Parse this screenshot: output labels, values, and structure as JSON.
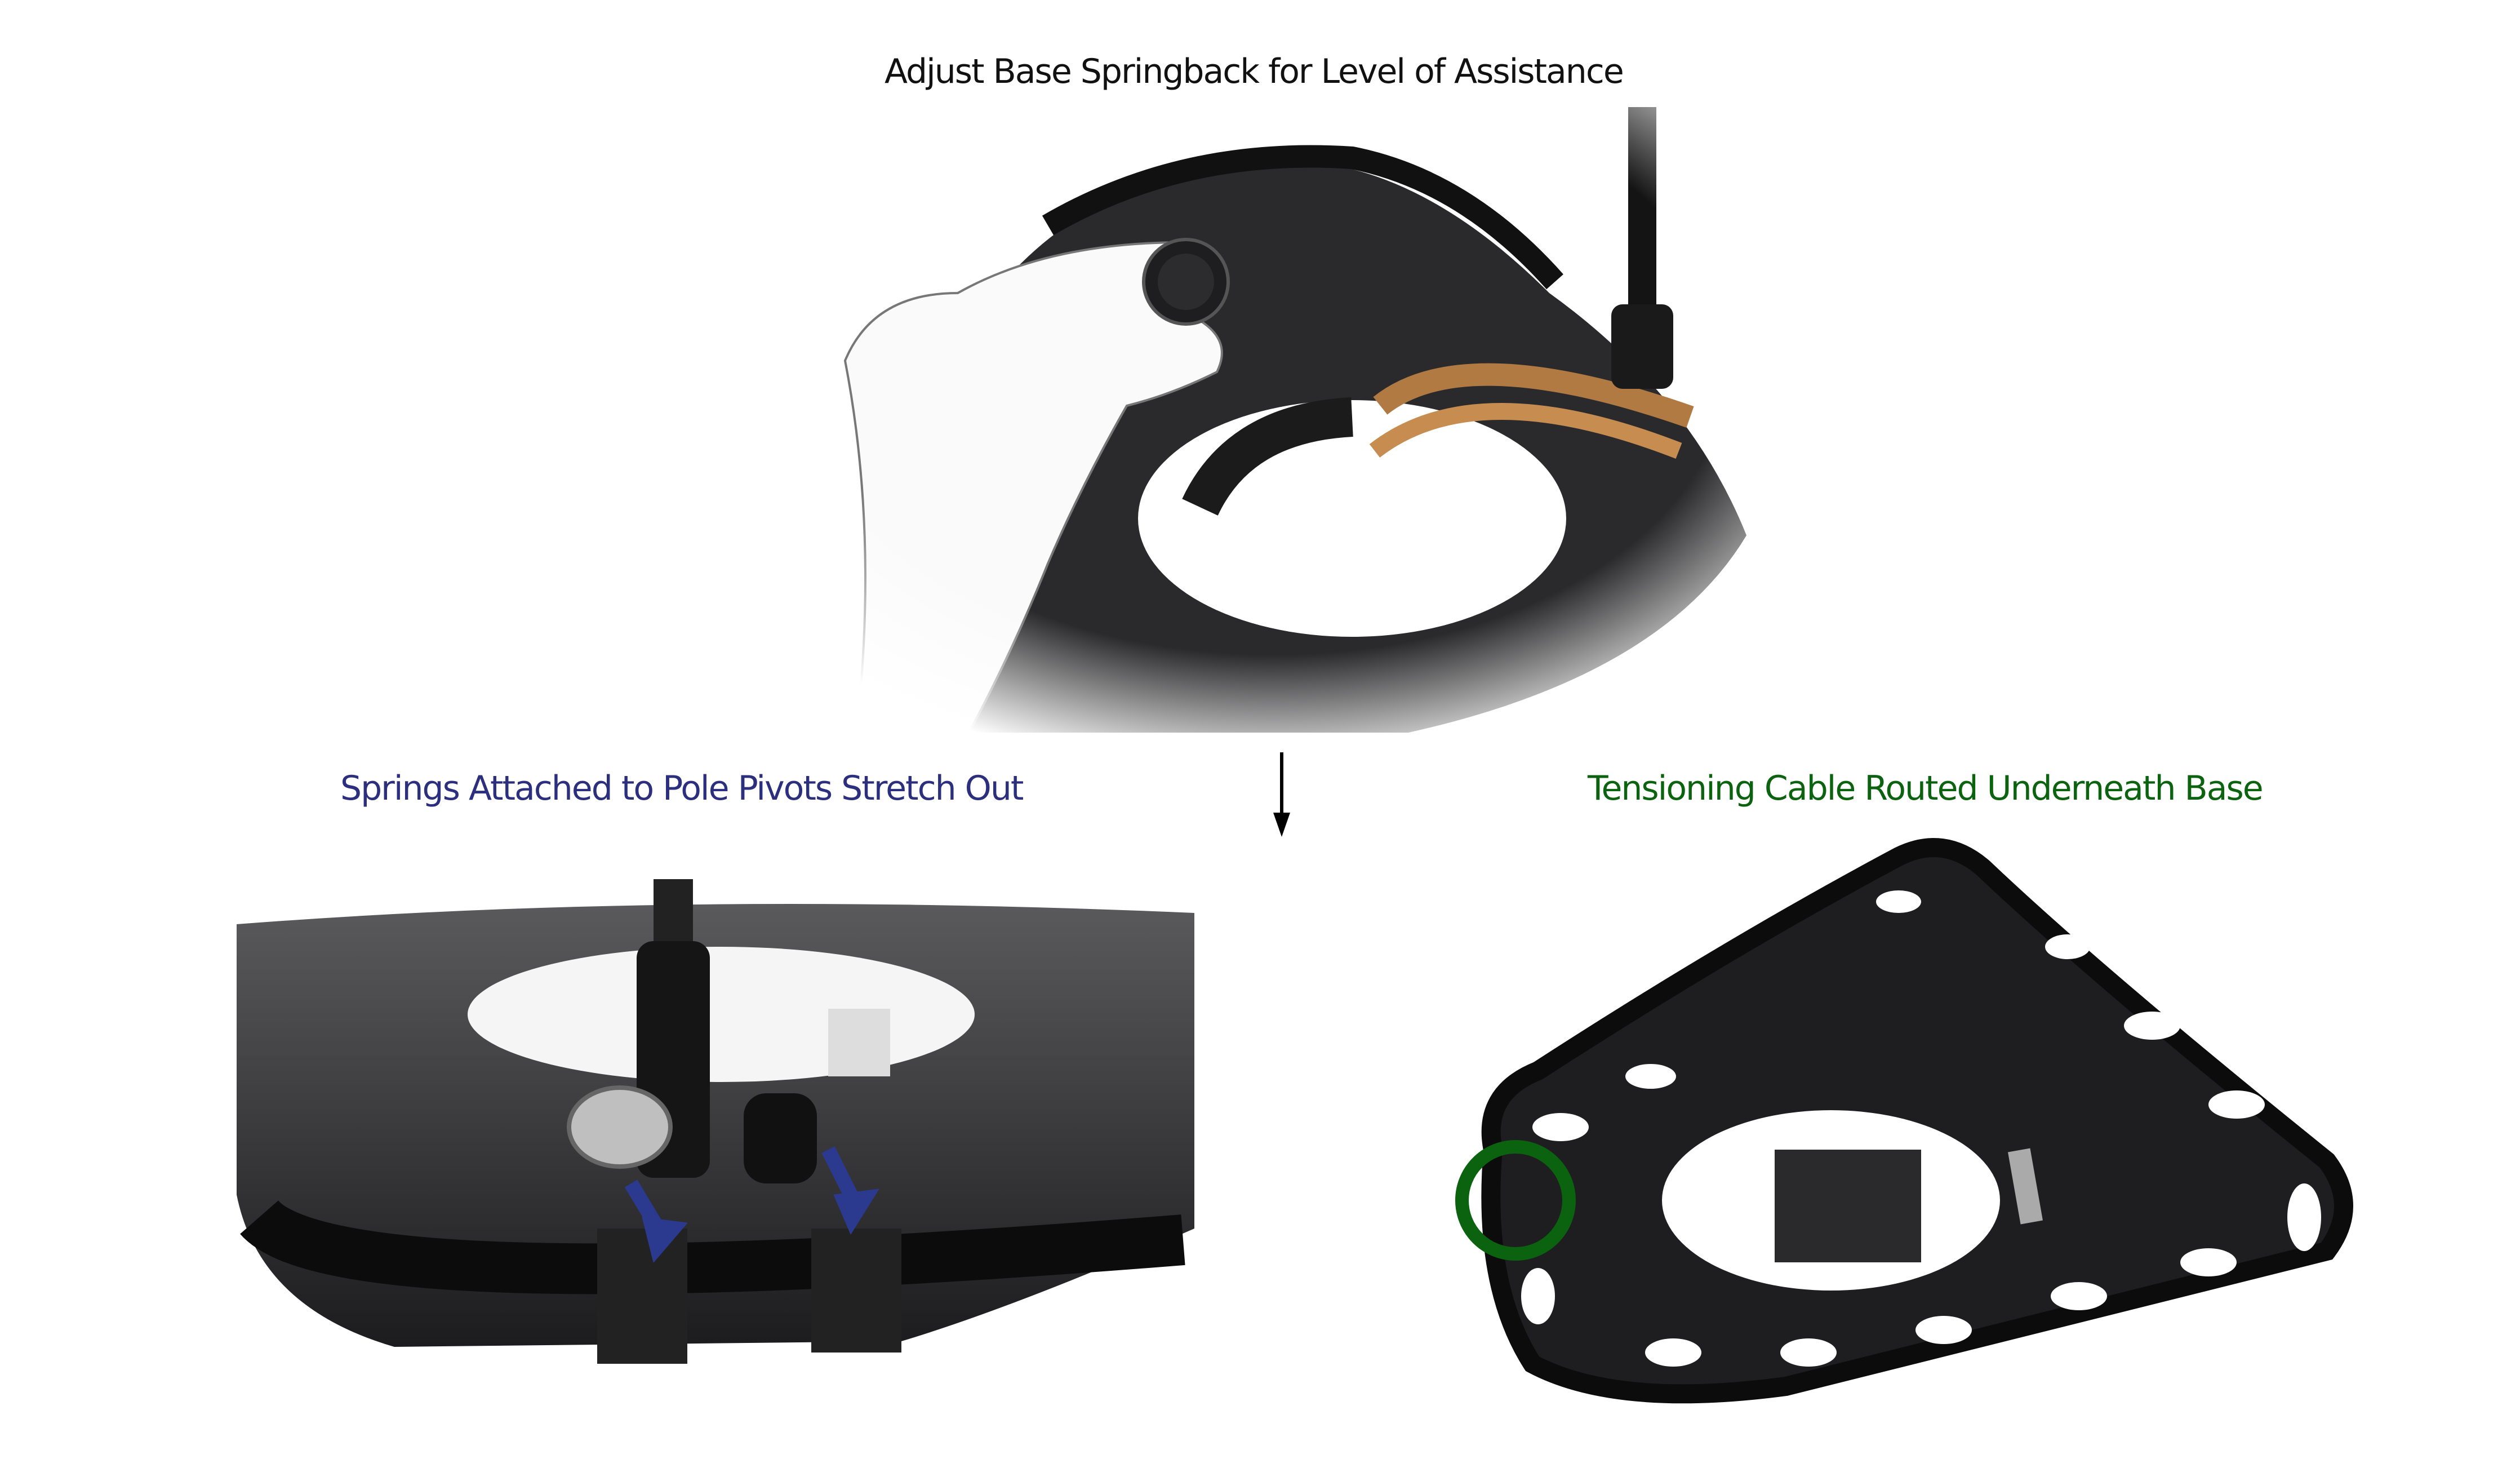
{
  "title": "Adjust Base Springback for Level of Assistance",
  "left_label": "Springs Attached to Pole Pivots Stretch Out",
  "right_label": "Tensioning Cable Routed Underneath Base",
  "colors": {
    "title": "#111111",
    "left_label": "#2b2f7e",
    "right_label": "#0b620f",
    "highlight_circle": "#0b620f",
    "direction_arrows": "#2b3a8f"
  }
}
